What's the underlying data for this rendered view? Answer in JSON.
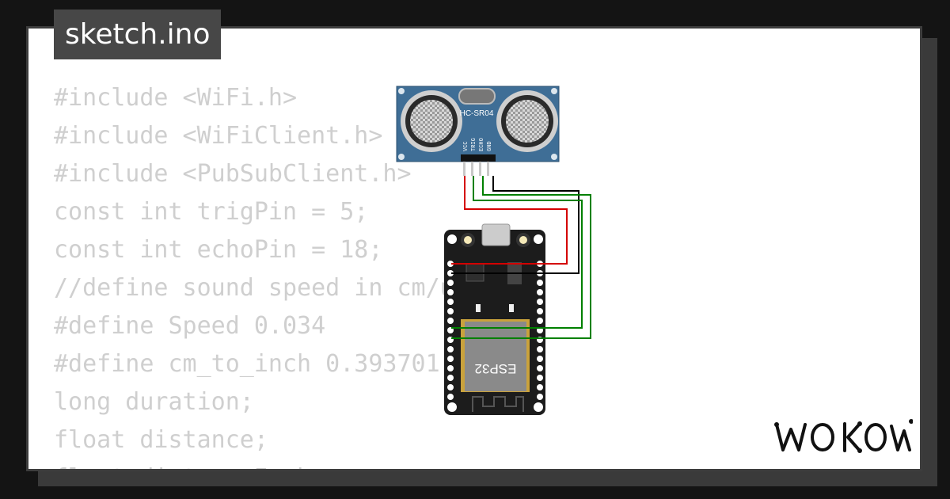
{
  "sketch": {
    "filename": "sketch.ino",
    "code_lines": [
      "#include <WiFi.h>",
      "#include <WiFiClient.h>",
      "#include <PubSubClient.h>",
      "const int trigPin = 5;",
      "const int echoPin = 18;",
      "//define sound speed in cm/uS",
      "#define Speed 0.034",
      "#define cm_to_inch 0.393701",
      "long duration;",
      "float distance;",
      "float distanceInch;"
    ]
  },
  "sensor": {
    "label": "HC-SR04",
    "pins": [
      "VCC",
      "TRIG",
      "ECHO",
      "GND"
    ],
    "color": "#3f6e96"
  },
  "board": {
    "label": "ESP32",
    "color": "#1c1c1c",
    "chip_color": "#8a8a8a"
  },
  "wires": {
    "vcc_color": "#d40000",
    "signal_color": "#008000",
    "gnd_color": "#000000"
  },
  "brand": {
    "logo": "WOKWi"
  }
}
